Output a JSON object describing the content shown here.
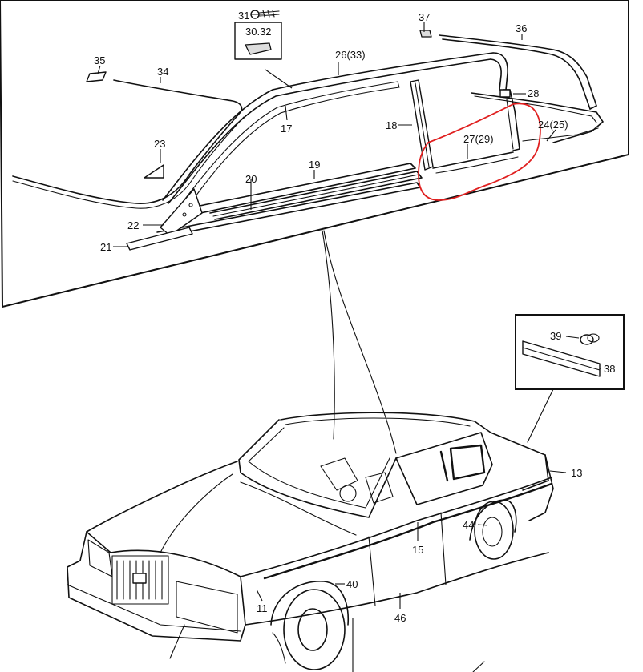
{
  "diagram": {
    "labels": {
      "l31": "31",
      "l30_32": "30.32",
      "l37": "37",
      "l36": "36",
      "l35": "35",
      "l34": "34",
      "l26_33": "26(33)",
      "l28": "28",
      "l18": "18",
      "l17": "17",
      "l27_29": "27(29)",
      "l24_25": "24(25)",
      "l23": "23",
      "l19": "19",
      "l20": "20",
      "l22": "22",
      "l21": "21",
      "l39": "39",
      "l38": "38",
      "l13": "13",
      "l44": "44",
      "l15": "15",
      "l40": "40",
      "l11": "11",
      "l46": "46"
    },
    "highlight_color": "#e02020"
  }
}
